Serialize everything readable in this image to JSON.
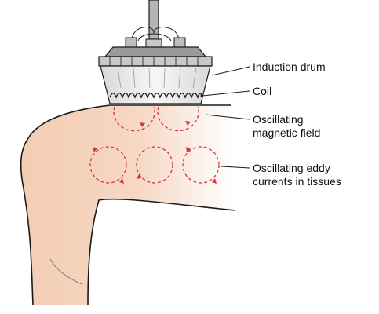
{
  "labels": {
    "induction_drum": "Induction drum",
    "coil": "Coil",
    "field_line1": "Oscillating",
    "field_line2": "magnetic field",
    "eddy_line1": "Oscillating eddy",
    "eddy_line2": "currents in tissues"
  },
  "colors": {
    "skin": "#f3cdb4",
    "skin_fade": "#ffffff",
    "outline": "#1a1a1a",
    "drum_body": "#ededed",
    "drum_cap": "#9a9a9a",
    "drum_rim": "#c8c8c8",
    "current": "#d6343a"
  },
  "icons": [
    "induction-drum-icon",
    "coil-icon",
    "arm-icon",
    "eddy-current-icon"
  ]
}
